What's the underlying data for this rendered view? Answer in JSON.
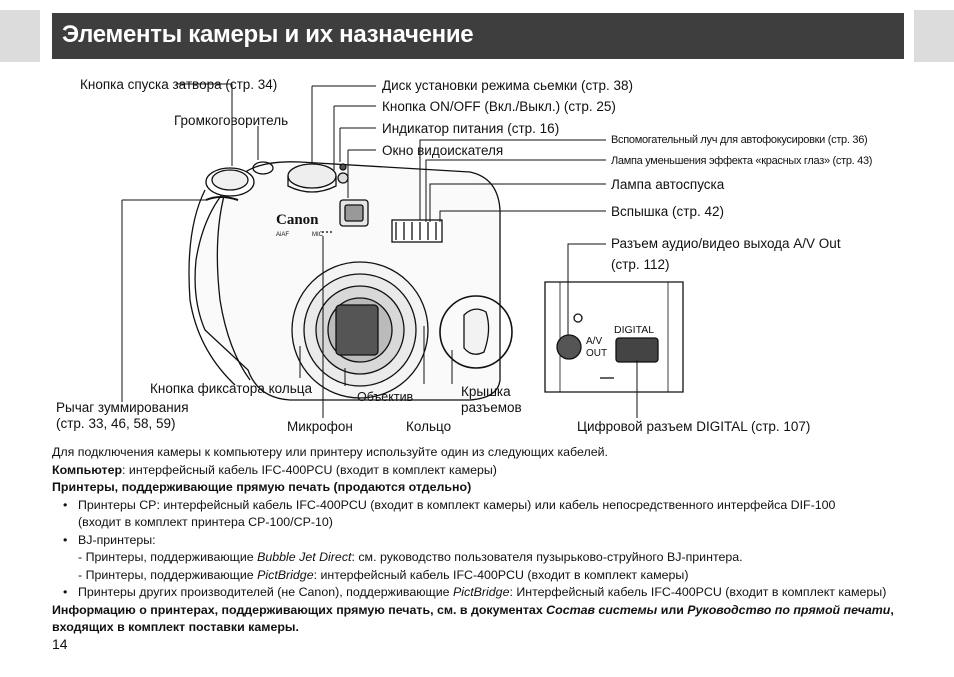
{
  "header": {
    "title": "Элементы камеры и их назначение"
  },
  "labels": {
    "shutter_button": "Кнопка спуска затвора (стр. 34)",
    "speaker": "Громкоговоритель",
    "mode_dial": "Диск установки режима сьемки (стр. 38)",
    "on_off_button": "Кнопка ON/OFF (Вкл./Выкл.) (стр. 25)",
    "power_indicator": "Индикатор питания (стр. 16)",
    "viewfinder_window": "Окно видоискателя",
    "af_assist_beam": "Вспомогательный луч для автофокусировки (стр. 36)",
    "red_eye_lamp": "Лампа уменьшения эффекта «красных глаз» (стр. 43)",
    "self_timer_lamp": "Лампа автоспуска",
    "flash": "Вспышка (стр. 42)",
    "av_out_line1": "Разъем аудио/видео выхода A/V Out",
    "av_out_line2": "(стр. 112)",
    "ring_release_button": "Кнопка фиксатора кольца",
    "lens": "Объектив",
    "terminal_cover_line1": "Крышка",
    "terminal_cover_line2": "разъемов",
    "zoom_lever_line1": "Рычаг зуммирования",
    "zoom_lever_line2": "(стр. 33, 46, 58, 59)",
    "microphone": "Микрофон",
    "ring": "Кольцо",
    "digital_terminal": "Цифровой разъем DIGITAL (стр. 107)"
  },
  "camera": {
    "brand": "Canon",
    "af_mark": "AiAF",
    "mic_mark": "MIC",
    "av_port_label_1": "A/V",
    "av_port_label_2": "OUT",
    "digital_port_label": "DIGITAL"
  },
  "body": {
    "intro": "Для подключения камеры к компьютеру или принтеру используйте один из следующих кабелей.",
    "computer_label": "Компьютер",
    "computer_text": ": интерфейсный кабель IFC-400PCU (входит в комплект камеры)",
    "direct_print_heading": "Принтеры, поддерживающие прямую печать (продаются отдельно)",
    "cp_line1": "Принтеры CP: интерфейсный кабель IFC-400PCU (входит в комплект камеры) или кабель непосредственного интерфейса DIF-100",
    "cp_line2": "(входит в комплект принтера CP-100/CP-10)",
    "bj_heading": "BJ-принтеры:",
    "bj_line1_pre": "- Принтеры, поддерживающие ",
    "bj_line1_em": "Bubble Jet Direct",
    "bj_line1_post": ": см. руководство пользователя пузырьково-струйного BJ-принтера.",
    "bj_line2_pre": "- Принтеры, поддерживающие ",
    "bj_line2_em": "PictBridge",
    "bj_line2_post": ": интерфейсный кабель IFC-400PCU (входит в комплект камеры)",
    "other_pre": "Принтеры других производителей (не Canon), поддерживающие ",
    "other_em": "PictBridge",
    "other_post": ": Интерфейсный кабель IFC-400PCU (входит в комплект камеры)",
    "info_pre": "Информацию о принтерах, поддерживающих прямую печать, см. в документах ",
    "info_em1": "Состав системы",
    "info_mid": " или ",
    "info_em2": "Руководство по прямой печати",
    "info_post": ",",
    "info_line2": "входящих в комплект поставки камеры."
  },
  "page_number": "14"
}
